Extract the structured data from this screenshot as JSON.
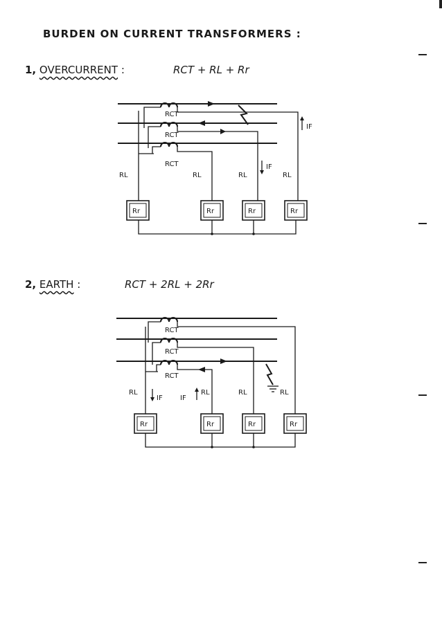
{
  "title": "BURDEN ON CURRENT TRANSFORMERS :",
  "section1": {
    "number": "1,",
    "name": "OVERCURRENT",
    "colon": ":",
    "formula": "RCT + RL + Rr"
  },
  "section2": {
    "number": "2,",
    "name": "EARTH",
    "colon": ":",
    "formula": "RCT + 2RL + 2Rr"
  },
  "diagram_labels": {
    "ct_resistance": "RCT",
    "lead_resistance": "RL",
    "relay_resistance": "Rr",
    "fault_current": "IF"
  }
}
